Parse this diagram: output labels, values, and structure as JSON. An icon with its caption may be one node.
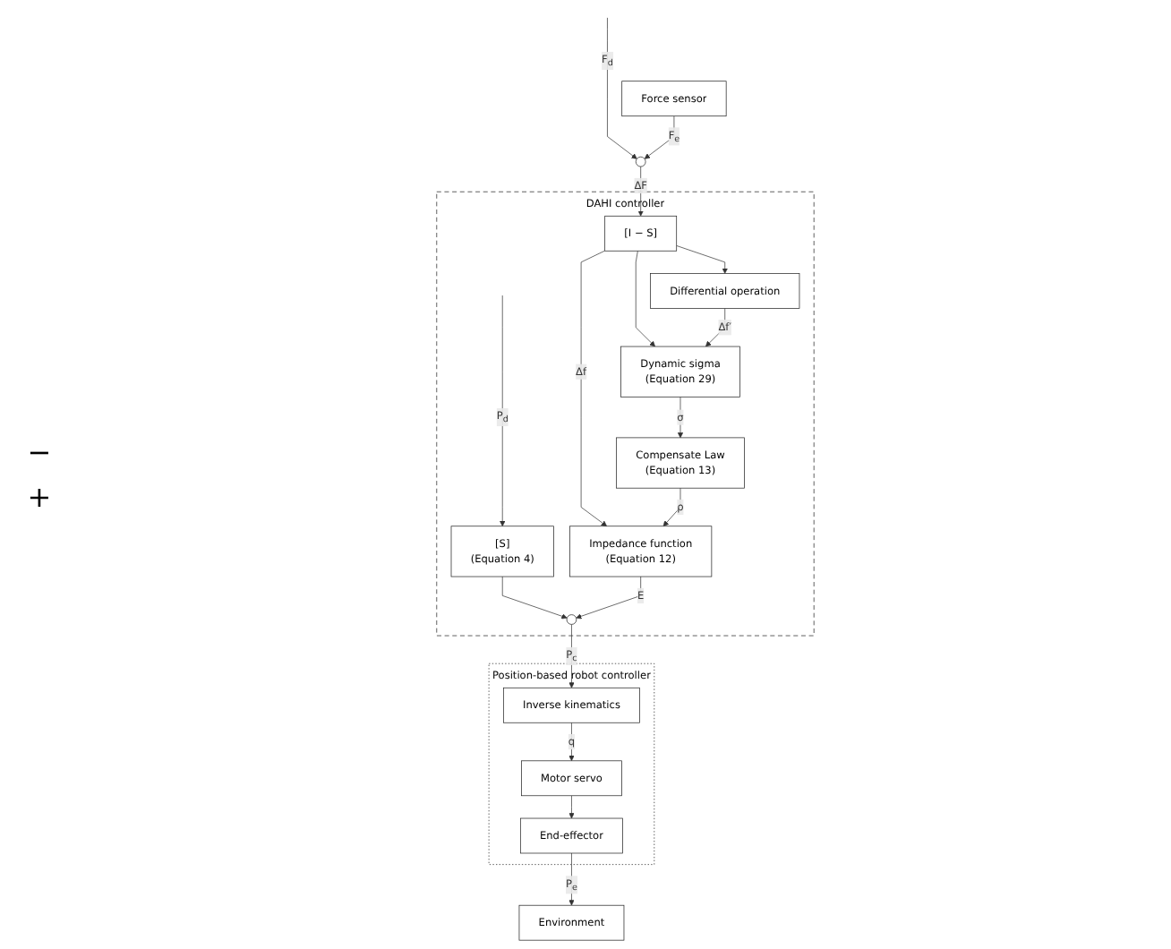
{
  "diagram": {
    "nodes": [
      {
        "text": [
          "DAHI controller"
        ]
      },
      {
        "text": [
          "[S]",
          "(Equation 4)"
        ],
        "in": 0
      },
      {
        "text": [
          "[I − S]"
        ],
        "in": 0
      },
      {
        "text": [
          "Impedance function",
          "(Equation 12)"
        ],
        "in": 0
      },
      {
        "text": [],
        "shape": "circle",
        "in": 0
      },
      {
        "text": [
          "Differential operation"
        ],
        "in": 0
      },
      {
        "text": [
          "Dynamic sigma",
          "(Equation 29)"
        ],
        "in": 0
      },
      {
        "text": [
          "Compensate Law",
          "(Equation 13)"
        ],
        "in": 0
      },
      {
        "text": [],
        "shape": "circle"
      },
      {
        "text": [
          "Force sensor"
        ]
      },
      {
        "text": [
          "Position-based robot controller"
        ]
      },
      {
        "text": [
          "Inverse kinematics"
        ],
        "in": 10
      },
      {
        "text": [
          "Motor servo"
        ],
        "in": 10
      },
      {
        "text": [
          "End-effector"
        ],
        "in": 10
      },
      {
        "text": [
          "Environment"
        ]
      }
    ],
    "edges": [
      {
        "from": null,
        "to": 1,
        "arrow": "to",
        "label": "P$_{d}$"
      },
      {
        "from": null,
        "to": 8,
        "arrow": "to",
        "label": "F$_{d}$"
      },
      {
        "from": 9,
        "to": 8,
        "arrow": "to",
        "label": "F$_{e}$"
      },
      {
        "from": 8,
        "to": 2,
        "arrow": "to",
        "label": "ΔF"
      },
      {
        "from": 1,
        "to": 4,
        "arrow": "to"
      },
      {
        "from": 2,
        "to": 3,
        "arrow": "to",
        "label": "Δf"
      },
      {
        "from": 2,
        "to": 6,
        "arrow": "to"
      },
      {
        "from": 2,
        "to": 5,
        "arrow": "to"
      },
      {
        "from": 5,
        "to": 6,
        "arrow": "to",
        "label": "Δf′"
      },
      {
        "from": 6,
        "to": 7,
        "arrow": "to",
        "label": "σ"
      },
      {
        "from": 7,
        "to": 3,
        "arrow": "to",
        "label": "ρ"
      },
      {
        "from": 3,
        "to": 4,
        "arrow": "to",
        "label": "E"
      },
      {
        "from": 4,
        "to": 11,
        "arrow": "to",
        "label": "P$_{c}$"
      },
      {
        "from": 11,
        "to": 12,
        "arrow": "to",
        "label": "q"
      },
      {
        "from": 12,
        "to": 13,
        "arrow": "to"
      },
      {
        "from": 13,
        "to": 14,
        "arrow": "to",
        "label": "P$_{e}$"
      }
    ],
    "labels": [
      "−",
      "+"
    ]
  }
}
